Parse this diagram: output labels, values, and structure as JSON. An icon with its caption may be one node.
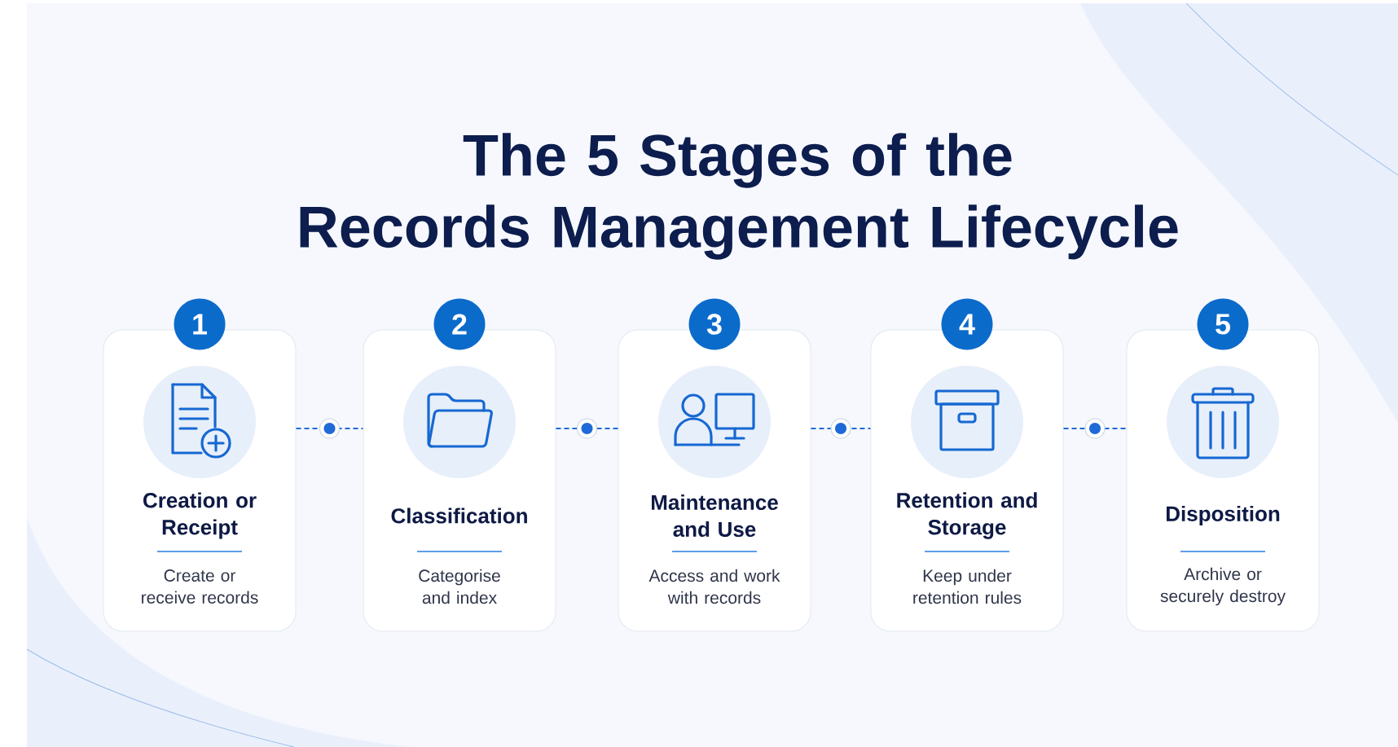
{
  "diagram": {
    "title": "The 5 Stages of the Records Management Lifecycle",
    "nodes": [
      {
        "text": [
          "1"
        ]
      },
      {
        "text": [
          "Creation or Receipt",
          "Create or receive records"
        ]
      },
      {
        "text": [
          "2"
        ]
      },
      {
        "text": [
          "Classification",
          "Categorise and index"
        ]
      },
      {
        "text": [
          "3"
        ]
      },
      {
        "text": [
          "Maintenance and Use",
          "Access and work with records"
        ]
      },
      {
        "text": [
          "4"
        ]
      },
      {
        "text": [
          "Retention and Storage",
          "Keep under retention rules"
        ]
      },
      {
        "text": [
          "5"
        ]
      },
      {
        "text": [
          "Disposition",
          "Archive or securely destroy"
        ]
      }
    ],
    "edges": [
      {
        "from": 1,
        "to": 3,
        "arrow": "none",
        "style": "dashed"
      },
      {
        "from": 3,
        "to": 5,
        "arrow": "none",
        "style": "dashed"
      },
      {
        "from": 5,
        "to": 7,
        "arrow": "none",
        "style": "dashed"
      },
      {
        "from": 7,
        "to": 9,
        "arrow": "none",
        "style": "dashed"
      }
    ]
  }
}
